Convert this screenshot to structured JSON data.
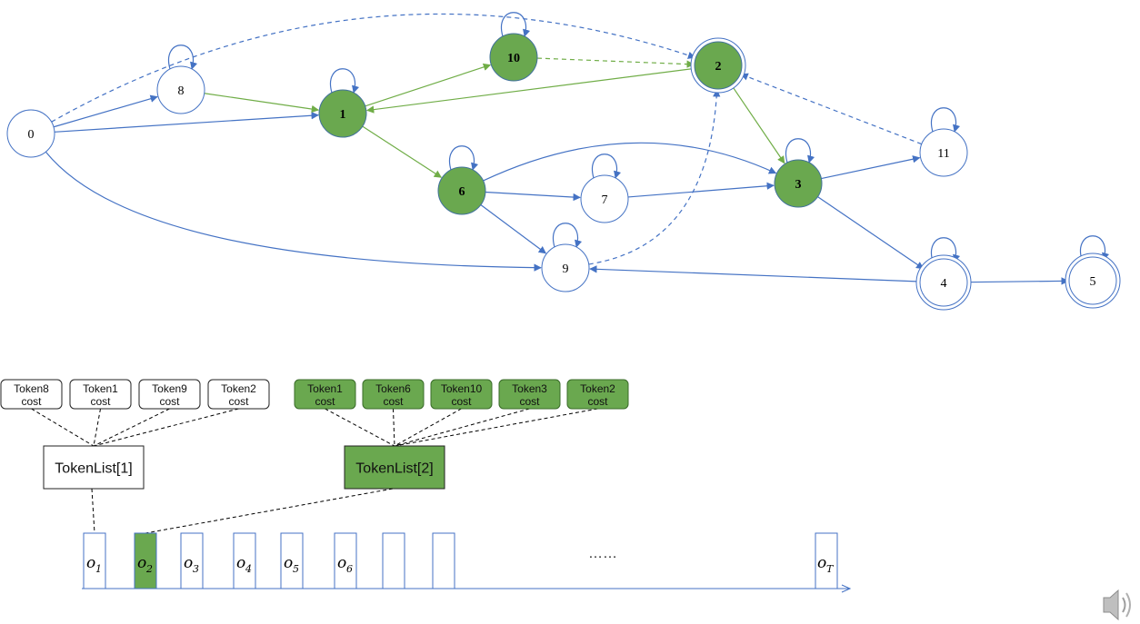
{
  "colors": {
    "blue": "#4472C4",
    "green": "#70AD47",
    "fill_green": "#6AA84F",
    "node_stroke": "#4472C4",
    "black": "#000000"
  },
  "graph": {
    "nodes": [
      {
        "id": "0",
        "label": "0",
        "active": false,
        "final": false
      },
      {
        "id": "8",
        "label": "8",
        "active": false,
        "final": false
      },
      {
        "id": "1",
        "label": "1",
        "active": true,
        "final": false
      },
      {
        "id": "10",
        "label": "10",
        "active": true,
        "final": false
      },
      {
        "id": "2",
        "label": "2",
        "active": true,
        "final": true
      },
      {
        "id": "6",
        "label": "6",
        "active": true,
        "final": false
      },
      {
        "id": "7",
        "label": "7",
        "active": false,
        "final": false
      },
      {
        "id": "3",
        "label": "3",
        "active": true,
        "final": false
      },
      {
        "id": "11",
        "label": "11",
        "active": false,
        "final": false
      },
      {
        "id": "9",
        "label": "9",
        "active": false,
        "final": false
      },
      {
        "id": "4",
        "label": "4",
        "active": false,
        "final": true
      },
      {
        "id": "5",
        "label": "5",
        "active": false,
        "final": true
      }
    ],
    "edges": [
      {
        "from": "0",
        "to": "8",
        "style": "solid",
        "color": "blue"
      },
      {
        "from": "0",
        "to": "1",
        "style": "solid",
        "color": "blue"
      },
      {
        "from": "0",
        "to": "2",
        "style": "dashed",
        "color": "blue"
      },
      {
        "from": "0",
        "to": "9",
        "style": "solid",
        "color": "blue"
      },
      {
        "from": "8",
        "to": "1",
        "style": "solid",
        "color": "green"
      },
      {
        "from": "1",
        "to": "10",
        "style": "solid",
        "color": "green"
      },
      {
        "from": "1",
        "to": "6",
        "style": "solid",
        "color": "green"
      },
      {
        "from": "10",
        "to": "2",
        "style": "dashed",
        "color": "green"
      },
      {
        "from": "2",
        "to": "1",
        "style": "solid",
        "color": "green"
      },
      {
        "from": "2",
        "to": "3",
        "style": "solid",
        "color": "green"
      },
      {
        "from": "6",
        "to": "7",
        "style": "solid",
        "color": "blue"
      },
      {
        "from": "6",
        "to": "9",
        "style": "solid",
        "color": "blue"
      },
      {
        "from": "6",
        "to": "3",
        "style": "solid",
        "color": "blue"
      },
      {
        "from": "7",
        "to": "3",
        "style": "solid",
        "color": "blue"
      },
      {
        "from": "3",
        "to": "11",
        "style": "solid",
        "color": "blue"
      },
      {
        "from": "3",
        "to": "4",
        "style": "solid",
        "color": "blue"
      },
      {
        "from": "11",
        "to": "2",
        "style": "dashed",
        "color": "blue"
      },
      {
        "from": "9",
        "to": "2",
        "style": "dashed",
        "color": "blue"
      },
      {
        "from": "4",
        "to": "9",
        "style": "solid",
        "color": "blue"
      },
      {
        "from": "4",
        "to": "5",
        "style": "solid",
        "color": "blue"
      }
    ],
    "self_loops": [
      "8",
      "1",
      "10",
      "6",
      "7",
      "3",
      "11",
      "9",
      "4",
      "5"
    ]
  },
  "token_list_1": {
    "label": "TokenList[1]",
    "active": false,
    "tokens": [
      {
        "name": "Token8",
        "cost": "cost"
      },
      {
        "name": "Token1",
        "cost": "cost"
      },
      {
        "name": "Token9",
        "cost": "cost"
      },
      {
        "name": "Token2",
        "cost": "cost"
      }
    ]
  },
  "token_list_2": {
    "label": "TokenList[2]",
    "active": true,
    "tokens": [
      {
        "name": "Token1",
        "cost": "cost"
      },
      {
        "name": "Token6",
        "cost": "cost"
      },
      {
        "name": "Token10",
        "cost": "cost"
      },
      {
        "name": "Token3",
        "cost": "cost"
      },
      {
        "name": "Token2",
        "cost": "cost"
      }
    ]
  },
  "timeline": {
    "frames": [
      {
        "base": "o",
        "sub": "1",
        "active": false
      },
      {
        "base": "o",
        "sub": "2",
        "active": true
      },
      {
        "base": "o",
        "sub": "3",
        "active": false
      },
      {
        "base": "o",
        "sub": "4",
        "active": false
      },
      {
        "base": "o",
        "sub": "5",
        "active": false
      },
      {
        "base": "o",
        "sub": "6",
        "active": false
      },
      {
        "base": "",
        "sub": "",
        "active": false
      },
      {
        "base": "",
        "sub": "",
        "active": false
      }
    ],
    "ellipsis": "……",
    "last_frame": {
      "base": "o",
      "sub": "T"
    }
  },
  "speaker_icon": "speaker-icon"
}
